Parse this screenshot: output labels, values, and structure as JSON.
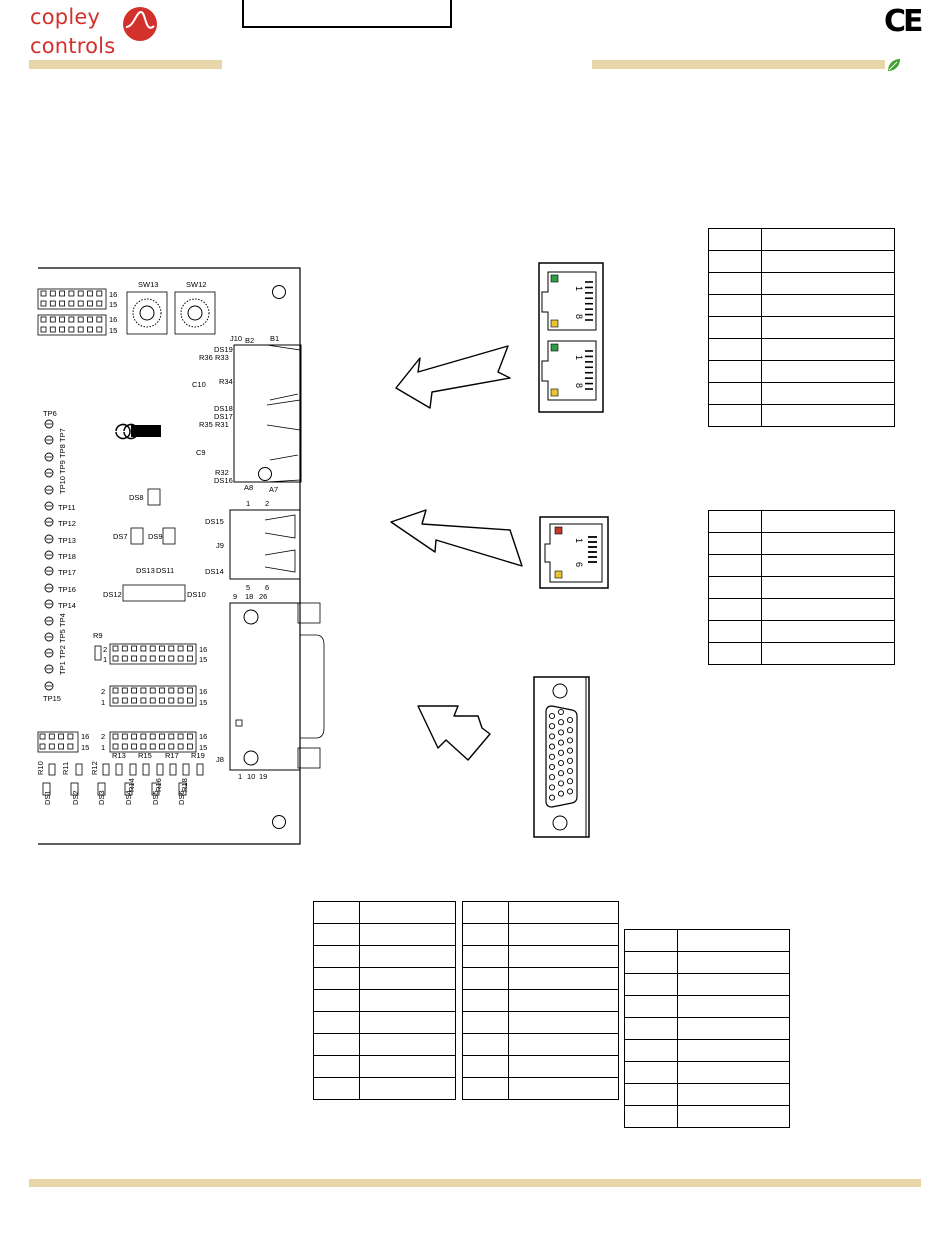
{
  "header": {
    "logo_line1": "copley",
    "logo_line2": "controls",
    "ce_mark": "CE",
    "accent_color": "#d2312c",
    "rule_color": "#e6d6aa",
    "leaf_color": "#43a32f"
  },
  "board": {
    "switch_labels": [
      "SW13",
      "SW12"
    ],
    "connector_labels": {
      "j10": "J10",
      "j9": "J9",
      "j8": "J8",
      "b2": "B2",
      "b1": "B1",
      "a8": "A8",
      "a7": "A7"
    },
    "header_pin_labels": {
      "two": "2",
      "one": "1",
      "sixteen": "16",
      "fifteen": "15"
    },
    "component_labels": [
      "DS19",
      "R36",
      "R33",
      "C10",
      "R34",
      "DS18",
      "DS17",
      "R35",
      "R31",
      "C9",
      "R32",
      "DS16",
      "DS15",
      "DS14",
      "DS8",
      "DS7",
      "DS9",
      "DS13",
      "DS11",
      "DS12",
      "DS10",
      "R9",
      "TP6",
      "TP7",
      "TP8",
      "TP9",
      "TP10",
      "TP11",
      "TP12",
      "TP13",
      "TP18",
      "TP17",
      "TP16",
      "TP14",
      "TP4",
      "TP5",
      "TP2",
      "TP1",
      "TP15",
      "R10",
      "R11",
      "R12",
      "R13",
      "R14",
      "R15",
      "R16",
      "R17",
      "R18",
      "R19",
      "DS1",
      "DS2",
      "DS3",
      "DS4",
      "DS5",
      "DS6"
    ],
    "j9_pin_labels": [
      "1",
      "2",
      "5",
      "6"
    ],
    "j8_pin_labels_top": [
      "9",
      "18",
      "26"
    ],
    "j8_pin_labels_bottom": [
      "1",
      "10",
      "19"
    ]
  },
  "views": {
    "rj45_dual": {
      "pin_labels": [
        "1",
        "8",
        "1",
        "8"
      ],
      "led_colors": [
        "#2f9e44",
        "#e8c531",
        "#2f9e44",
        "#e8c531"
      ]
    },
    "rj_single": {
      "pin_labels": [
        "1",
        "6"
      ],
      "led_colors": [
        "#c0392b",
        "#e8c531"
      ]
    }
  },
  "tables": {
    "t1_rows": 9,
    "t2_rows": 7,
    "t3_rows": 9,
    "t4_rows": 9,
    "t5_rows": 9
  }
}
